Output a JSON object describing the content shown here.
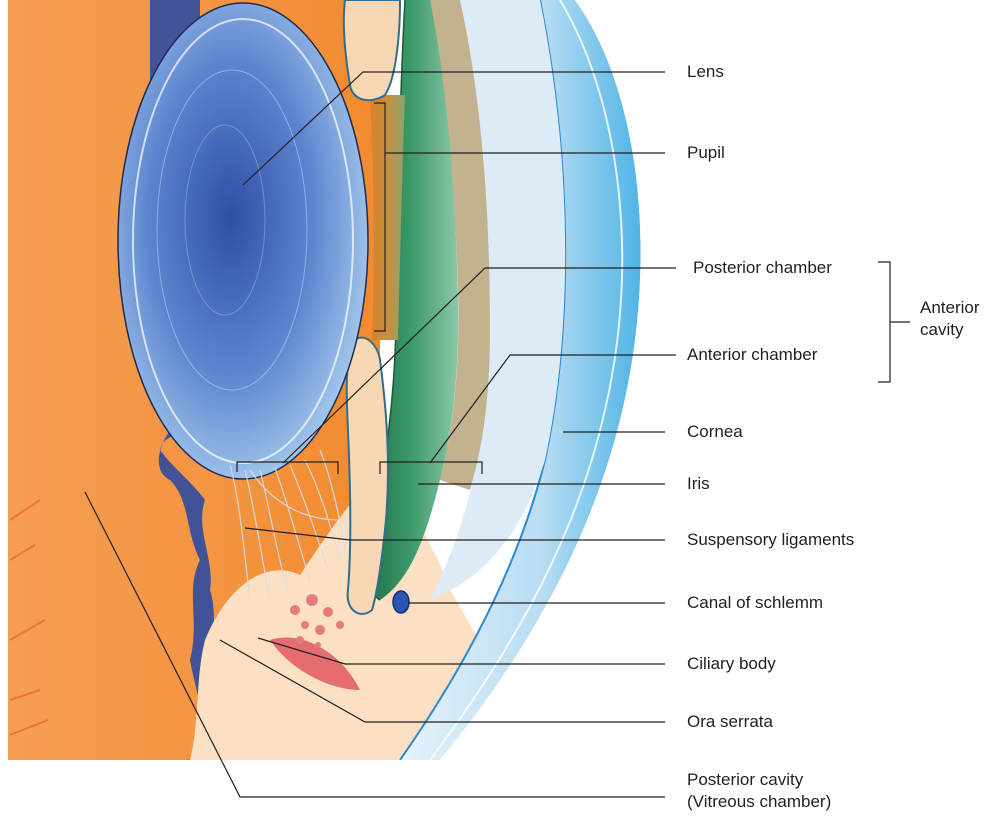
{
  "labels": {
    "lens": "Lens",
    "pupil": "Pupil",
    "posterior_chamber": "Posterior chamber",
    "anterior_cavity_line1": "Anterior",
    "anterior_cavity_line2": "cavity",
    "anterior_chamber": "Anterior chamber",
    "cornea": "Cornea",
    "iris": "Iris",
    "suspensory_ligaments": "Suspensory ligaments",
    "canal_of_schlemm": "Canal of schlemm",
    "ciliary_body": "Ciliary body",
    "ora_serrata": "Ora serrata",
    "posterior_cavity_line1": "Posterior cavity",
    "posterior_cavity_line2": "(Vitreous chamber)"
  },
  "colors": {
    "vitreous": "#f7923a",
    "retina": "#2e4aa0",
    "lens": "#4f78c4",
    "cornea": "#5bbbe6",
    "sclera": "#fbe0c4",
    "iris": "#2f8a55",
    "ciliary_muscle": "#e0505a",
    "leader_lines": "#231f20"
  }
}
